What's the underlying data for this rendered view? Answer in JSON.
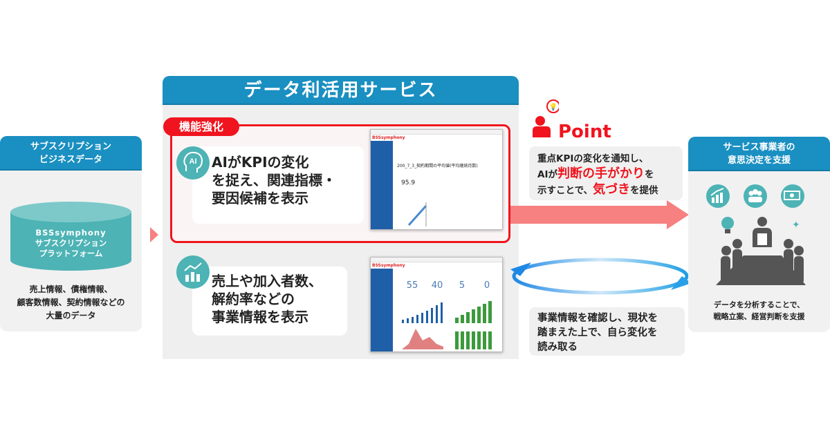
{
  "left_panel": {
    "title_l1": "サブスクリプション",
    "title_l2": "ビジネスデータ",
    "db_l1": "BSSsymphony",
    "db_l2": "サブスクリプション",
    "db_l3": "プラットフォーム",
    "desc_l1": "売上情報、債権情報、",
    "desc_l2": "顧客数情報、契約情報などの",
    "desc_l3": "大量のデータ"
  },
  "center": {
    "title": "データ利活用サービス",
    "tag": "機能強化",
    "feature1": {
      "icon": "ai-head-icon",
      "l1": "AIがKPIの変化",
      "l2": "を捉え、関連指標・",
      "l3": "要因候補を表示"
    },
    "feature2": {
      "icon": "analytics-chart-icon",
      "l1": "売上や加入者数、",
      "l2": "解約率などの",
      "l3": "事業情報を表示"
    },
    "shot1": {
      "heading": "200_7_3_契約期間の平均値(平均継続月数)",
      "value": "95.9"
    },
    "shot2": {
      "kpis": [
        "55",
        "40",
        "5",
        "0"
      ]
    }
  },
  "point": {
    "label": "Point",
    "l1": "重点KPIの変化を通知し、",
    "l2_a": "AIが",
    "l2_b": "判断の手がかり",
    "l2_c": "を",
    "l3_a": "示すことで、",
    "l3_b": "気づき",
    "l3_c": "を提供"
  },
  "cycle": {
    "l1": "事業情報を確認し、現状を",
    "l2": "踏まえた上で、自ら変化を",
    "l3": "読み取る"
  },
  "right_panel": {
    "title_l1": "サービス事業者の",
    "title_l2": "意思決定を支援",
    "desc_l1": "データを分析することで、",
    "desc_l2": "戦略立案、経営判断を支援"
  },
  "colors": {
    "blue": "#1a8fc1",
    "teal": "#4db3b5",
    "red": "#f0141e",
    "arrow": "#f78080"
  }
}
